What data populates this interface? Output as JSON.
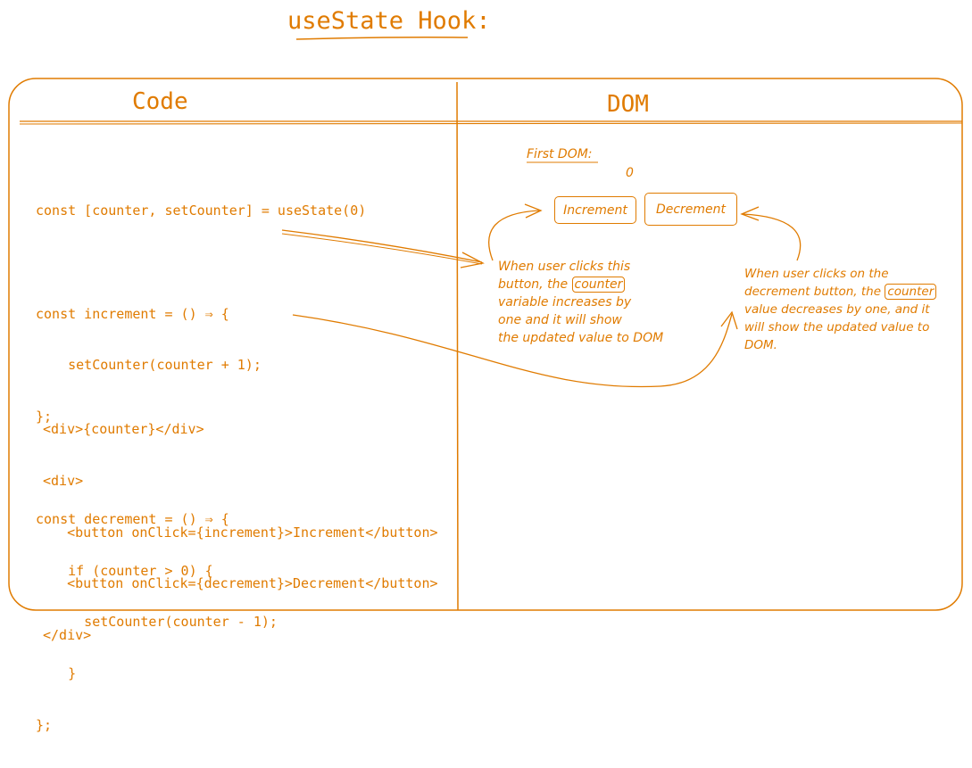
{
  "title": "useState Hook:",
  "code_panel": {
    "heading": "Code",
    "logic_lines": [
      "const [counter, setCounter] = useState(0)",
      "",
      "const increment = () ⇒ {",
      "    setCounter(counter + 1);",
      "};",
      "",
      "const decrement = () ⇒ {",
      "    if (counter > 0) {",
      "      setCounter(counter - 1);",
      "    }",
      "};"
    ],
    "jsx_lines": [
      "<div>{counter}</div>",
      "<div>",
      "   <button onClick={increment}>Increment</button>",
      "   <button onClick={decrement}>Decrement</button>",
      "</div>"
    ]
  },
  "dom_panel": {
    "heading": "DOM",
    "first_dom_label": "First DOM:",
    "counter_value": "0",
    "increment_label": "Increment",
    "decrement_label": "Decrement",
    "increment_note": {
      "line1": "When user clicks this",
      "line2_pre": "button, the ",
      "line2_boxed": "counter",
      "line3": "variable increases by",
      "line4": "one and it will show",
      "line5": "the updated value to DOM"
    },
    "decrement_note": {
      "line1": "When user clicks on the",
      "line2_pre": "decrement button, the ",
      "line2_boxed": "counter",
      "line3": "value decreases by one, and it",
      "line4": "will show the updated value to",
      "line5": "DOM."
    }
  },
  "colors": {
    "stroke": "#e07b00",
    "background": "#ffffff"
  }
}
